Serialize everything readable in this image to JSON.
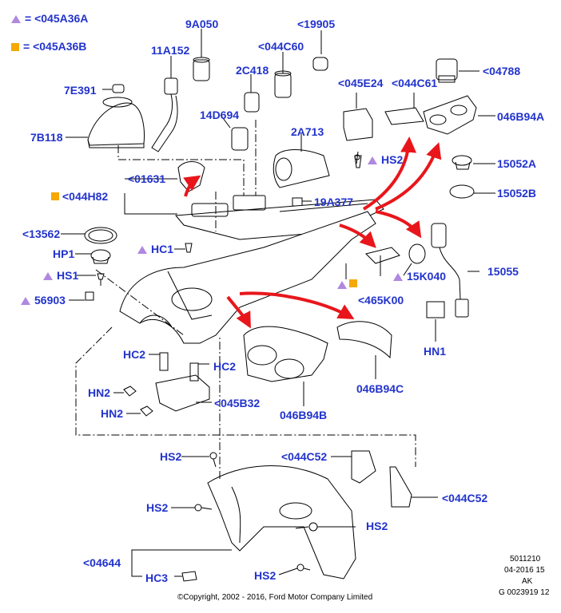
{
  "legend": {
    "triangle_label": "= <045A36A",
    "square_label": "= <045A36B",
    "triangle_color": "#b088e0",
    "square_color": "#f5a800"
  },
  "callouts": {
    "p9A050": "9A050",
    "p19905": "<19905",
    "p11A152": "11A152",
    "p044C60": "<044C60",
    "p2C418": "2C418",
    "p04788": "<04788",
    "p7E391": "7E391",
    "p045E24": "<045E24",
    "p044C61": "<044C61",
    "p046B94A": "046B94A",
    "p14D694": "14D694",
    "p2A713": "2A713",
    "p7B118": "7B118",
    "pHS2a": "HS2",
    "p15052A": "15052A",
    "p01631": "<01631",
    "p044H82": "<044H82",
    "p19A377": "19A377",
    "p15052B": "15052B",
    "p13562": "<13562",
    "pHC1": "HC1",
    "pHP1": "HP1",
    "pHS1": "HS1",
    "p15K040": "15K040",
    "p15055": "15055",
    "p56903": "56903",
    "p465K00": "<465K00",
    "pHN1": "HN1",
    "pHC2a": "HC2",
    "pHC2b": "HC2",
    "p046B94C": "046B94C",
    "pHN2a": "HN2",
    "p045B32": "<045B32",
    "pHN2b": "HN2",
    "p046B94B": "046B94B",
    "pHS2b": "HS2",
    "p044C52a": "<044C52",
    "p044C52b": "<044C52",
    "pHS2c": "HS2",
    "pHS2d": "HS2",
    "p04644": "<04644",
    "pHC3": "HC3",
    "pHS2e": "HS2"
  },
  "reference": {
    "line1": "5011210",
    "line2": "04-2016 15",
    "line3": "AK",
    "line4": "G 0023919 12"
  },
  "copyright": "©Copyright, 2002 - 2016, Ford Motor Company Limited"
}
